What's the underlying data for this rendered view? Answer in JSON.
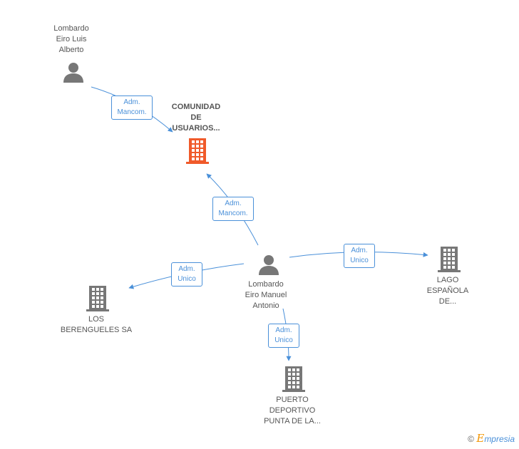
{
  "colors": {
    "person": "#777777",
    "company": "#777777",
    "focus_company": "#f05a2a",
    "edge": "#4a90d9",
    "badge_text": "#4a90d9",
    "brand_e": "#f29400"
  },
  "nodes": {
    "lombardo_luis": {
      "type": "person",
      "icon": "person-icon",
      "lines": [
        "Lombardo",
        "Eiro Luis",
        "Alberto"
      ]
    },
    "comunidad": {
      "type": "company",
      "focus": true,
      "icon": "building-icon",
      "lines": [
        "COMUNIDAD",
        "DE",
        "USUARIOS..."
      ]
    },
    "lombardo_manuel": {
      "type": "person",
      "icon": "person-icon",
      "lines": [
        "Lombardo",
        "Eiro Manuel",
        "Antonio"
      ]
    },
    "lago": {
      "type": "company",
      "icon": "building-icon",
      "lines": [
        "LAGO",
        "ESPAÑOLA",
        "DE..."
      ]
    },
    "berengueles": {
      "type": "company",
      "icon": "building-icon",
      "lines": [
        "LOS",
        "BERENGUELES SA"
      ]
    },
    "puerto": {
      "type": "company",
      "icon": "building-icon",
      "lines": [
        "PUERTO",
        "DEPORTIVO",
        "PUNTA DE LA..."
      ]
    }
  },
  "edges": [
    {
      "from": "lombardo_luis",
      "to": "comunidad",
      "role": [
        "Adm.",
        "Mancom."
      ]
    },
    {
      "from": "lombardo_manuel",
      "to": "comunidad",
      "role": [
        "Adm.",
        "Mancom."
      ]
    },
    {
      "from": "lombardo_manuel",
      "to": "lago",
      "role": [
        "Adm.",
        "Unico"
      ]
    },
    {
      "from": "lombardo_manuel",
      "to": "berengueles",
      "role": [
        "Adm.",
        "Unico"
      ]
    },
    {
      "from": "lombardo_manuel",
      "to": "puerto",
      "role": [
        "Adm.",
        "Unico"
      ]
    }
  ],
  "brand": {
    "copyright": "©",
    "e": "E",
    "name": "mpresia"
  }
}
